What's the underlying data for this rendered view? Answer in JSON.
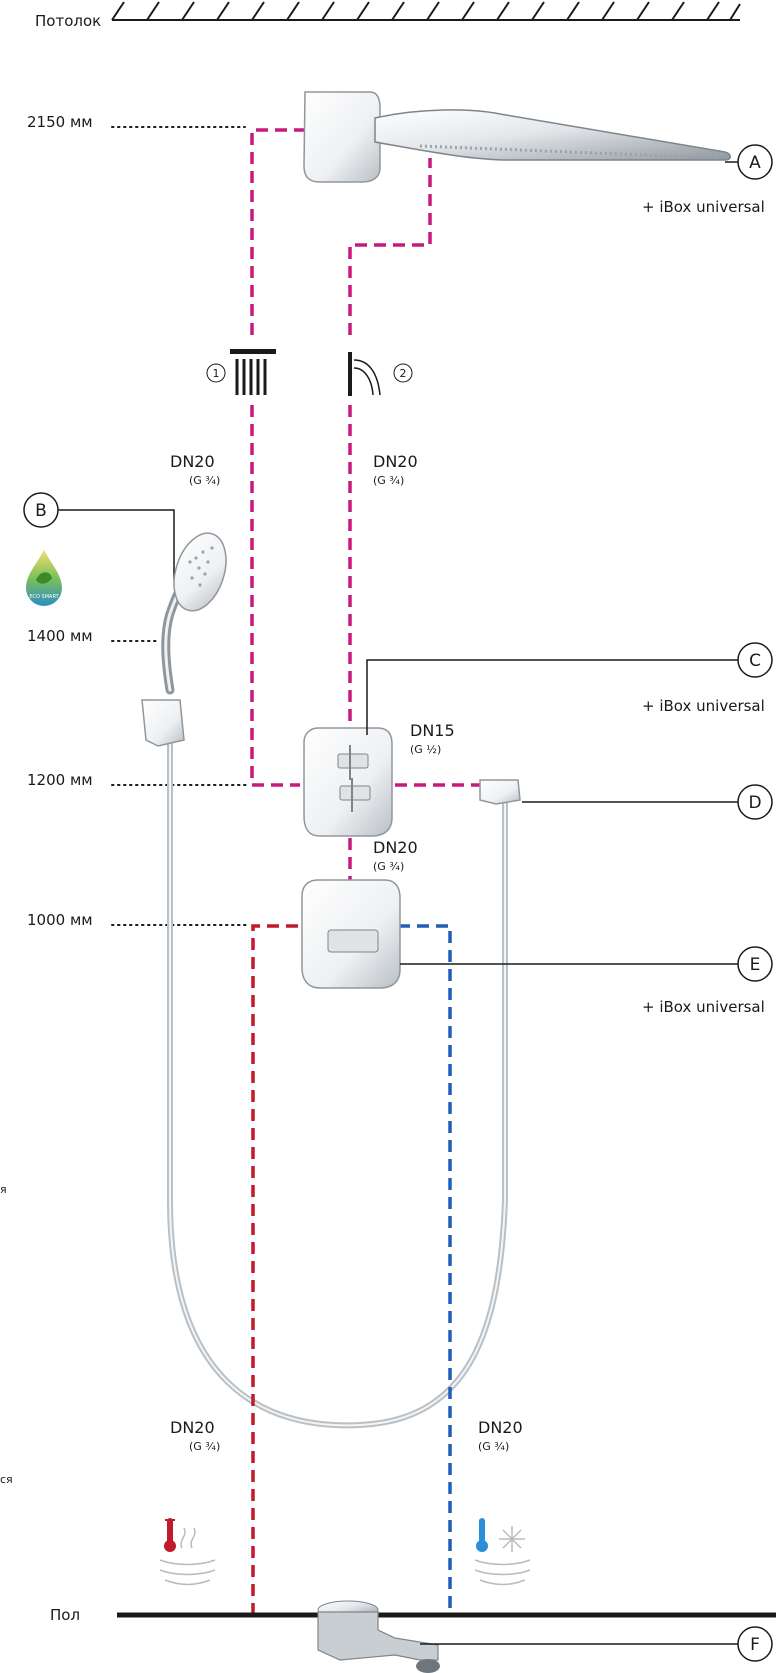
{
  "labels": {
    "ceiling": "Потолок",
    "floor": "Пол",
    "height_2150": "2150 мм",
    "height_1400": "1400 мм",
    "height_1200": "1200 мм",
    "height_1000": "1000 мм",
    "ibox": "+ iBox universal",
    "outlet_1": "1",
    "outlet_2": "2",
    "eco_badge": "ECO SMART",
    "edge_fragment_1": "я",
    "edge_fragment_2": "ся"
  },
  "markers": {
    "a": "A",
    "b": "B",
    "c": "C",
    "d": "D",
    "e": "E",
    "f": "F"
  },
  "pipes": {
    "dn20": "DN20",
    "dn15": "DN15",
    "g34": "(G ¾)",
    "g12": "(G ½)"
  },
  "colors": {
    "outlet_pipe": "#c8197e",
    "hot_pipe": "#c01b2a",
    "cold_pipe": "#1f5fb8",
    "chrome": "#9aa3ab",
    "line": "#1a1a1a"
  },
  "icons": [
    "rain-shower-icon",
    "waterfall-icon",
    "hot-water-icon",
    "cold-water-icon",
    "eco-smart-icon"
  ]
}
